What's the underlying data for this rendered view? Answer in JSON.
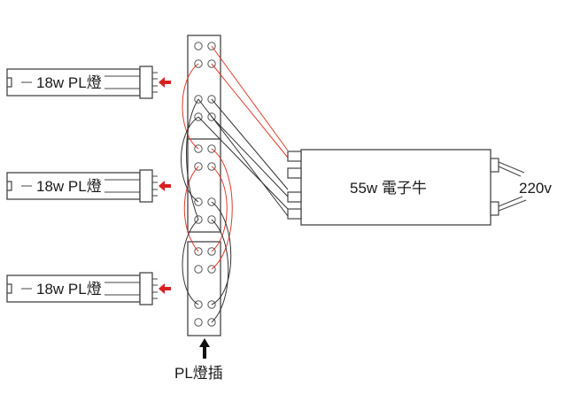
{
  "lamps": [
    {
      "label": "18w PL燈"
    },
    {
      "label": "18w PL燈"
    },
    {
      "label": "18w PL燈"
    }
  ],
  "ballast": {
    "label": "55w 電子牛"
  },
  "supply": {
    "label": "220v"
  },
  "socket": {
    "label": "PL燈插"
  },
  "colors": {
    "outline": "#444444",
    "red_wire": "#e03a2a",
    "dark_wire": "#333333",
    "arrow_red": "#d82020",
    "arrow_black": "#111111"
  }
}
